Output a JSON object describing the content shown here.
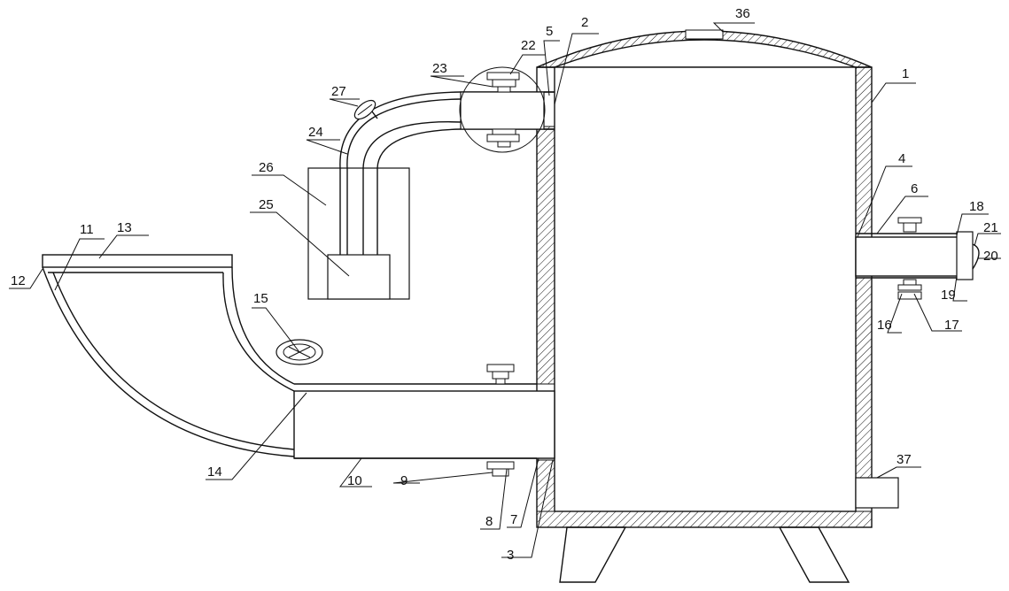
{
  "labels": [
    "1",
    "2",
    "3",
    "4",
    "5",
    "6",
    "7",
    "8",
    "9",
    "10",
    "11",
    "12",
    "13",
    "14",
    "15",
    "16",
    "17",
    "18",
    "19",
    "20",
    "21",
    "22",
    "23",
    "24",
    "25",
    "26",
    "27",
    "36",
    "37"
  ]
}
